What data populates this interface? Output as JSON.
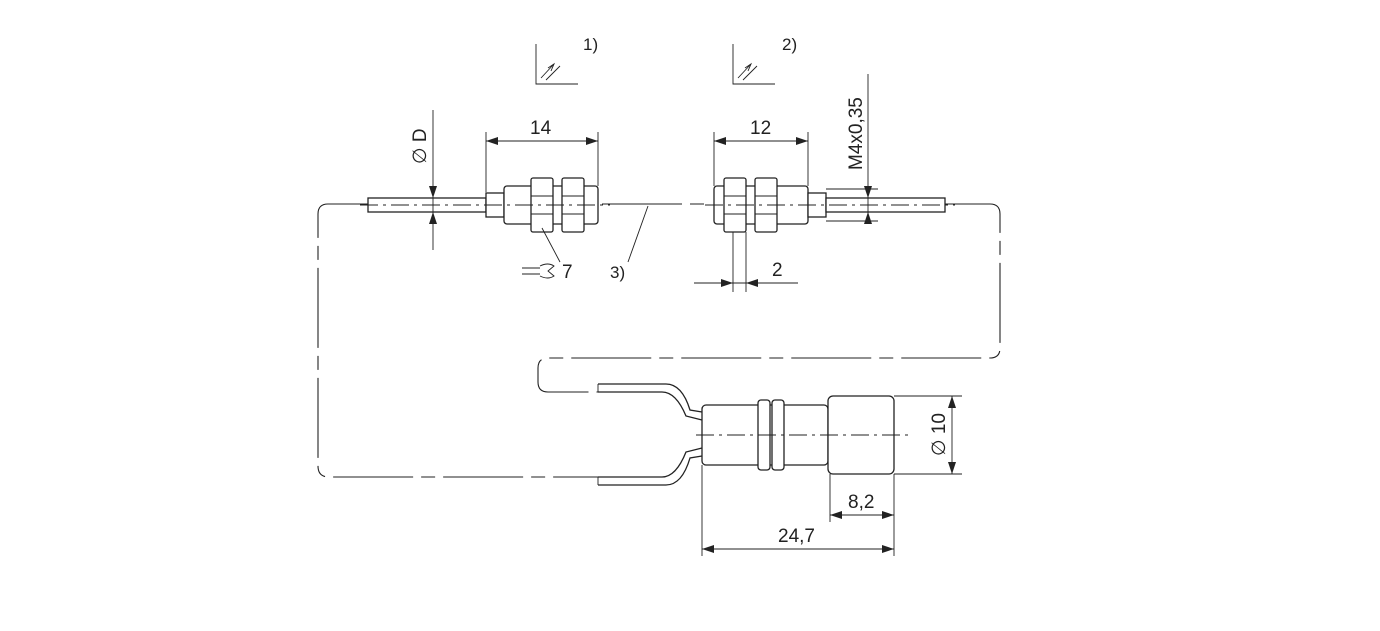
{
  "dimensions": {
    "dia_d": "D",
    "len_14": "14",
    "len_12": "12",
    "thread": "M4x0,35",
    "len_2": "2",
    "dia_10": "10",
    "len_8_2": "8,2",
    "len_24_7": "24,7"
  },
  "callouts": {
    "note1": "1)",
    "note2": "2)",
    "note3": "3)",
    "wrench": "7"
  }
}
